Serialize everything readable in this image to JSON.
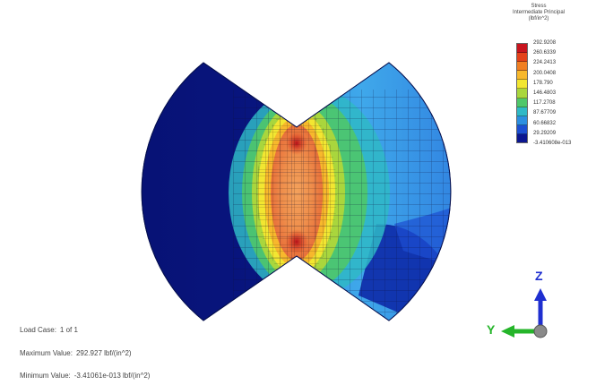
{
  "legend": {
    "title_lines": [
      "Stress",
      "Intermediate Principal",
      "(lbf/in^2)"
    ],
    "values": [
      "292.9208",
      "260.6339",
      "224.2413",
      "200.0408",
      "178.790",
      "146.4803",
      "117.2708",
      "87.67709",
      "60.66832",
      "29.29209",
      "-3.410608e-013"
    ],
    "colors": [
      "#c8141e",
      "#e4421a",
      "#f07f22",
      "#f7b82c",
      "#f2e631",
      "#a9d63d",
      "#4fc76a",
      "#2fb9c6",
      "#2c8fe0",
      "#1c4fd2",
      "#0b1690"
    ]
  },
  "info": {
    "load_case_label": "Load Case:",
    "load_case_value": "1 of 1",
    "max_label": "Maximum Value:",
    "max_value": "292.927 lbf/(in^2)",
    "min_label": "Minimum Value:",
    "min_value": "-3.41061e-013 lbf/(in^2)"
  },
  "triad": {
    "z_label": "Z",
    "y_label": "Y",
    "z_color": "#1f2fd0",
    "y_color": "#25b52a"
  }
}
